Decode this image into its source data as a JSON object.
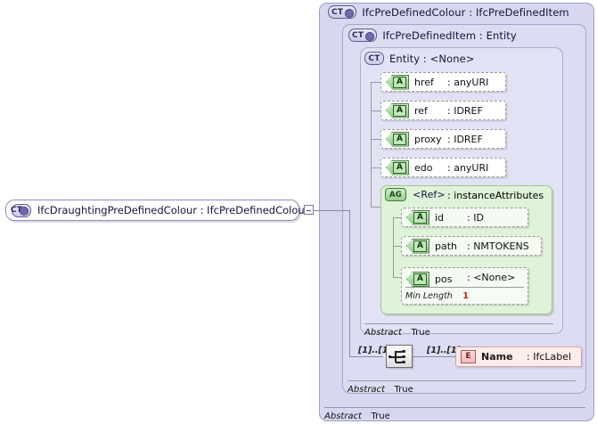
{
  "diagram": {
    "type": "xsd-schema-diagram",
    "root_node": {
      "icon": "ct-plus-icon",
      "label": "IfcDraughtingPreDefinedColour : IfcPreDefinedColour",
      "name": "IfcDraughtingPreDefinedColour",
      "basetype": "IfcPreDefinedColour"
    },
    "frames": [
      {
        "icon": "ct-plus-icon",
        "label": "IfcPreDefinedColour : IfcPreDefinedItem",
        "abstract_label": "Abstract",
        "abstract_value": "True"
      },
      {
        "icon": "ct-plus-icon",
        "label": "IfcPreDefinedItem : Entity",
        "abstract_label": "Abstract",
        "abstract_value": "True"
      },
      {
        "icon": "ct-icon",
        "label": "Entity    : <None>",
        "abstract_label": "Abstract",
        "abstract_value": "True"
      }
    ],
    "attributes": [
      {
        "icon": "a-icon",
        "badge": "A",
        "name": "href",
        "type": ": anyURI"
      },
      {
        "icon": "a-icon",
        "badge": "A",
        "name": "ref",
        "type": ": IDREF"
      },
      {
        "icon": "a-icon",
        "badge": "A",
        "name": "proxy",
        "type": ": IDREF"
      },
      {
        "icon": "a-icon",
        "badge": "A",
        "name": "edo",
        "type": ": anyURI"
      }
    ],
    "attribute_group": {
      "icon": "ag-icon",
      "badge": "AG",
      "name": "<Ref>",
      "type": ": instanceAttributes",
      "attributes": [
        {
          "icon": "a-icon",
          "badge": "A",
          "name": "id",
          "type": ": ID"
        },
        {
          "icon": "a-icon",
          "badge": "A",
          "name": "path",
          "type": ": NMTOKENS"
        },
        {
          "icon": "a-icon",
          "badge": "A",
          "name": "pos",
          "type": ": <None>",
          "facet_label": "Min Length",
          "facet_value": "1"
        }
      ]
    },
    "sequence": {
      "icon": "sequence-icon",
      "cardinality_left": "[1]..[1]",
      "cardinality_right": "[1]..[1]"
    },
    "element": {
      "icon": "e-icon",
      "badge": "E",
      "name": "Name",
      "type": ": IfcLabel"
    },
    "colors": {
      "frame_lvl1": "#d7d7f0",
      "frame_lvl2": "#dcdcf2",
      "frame_lvl3": "#e2e2f5",
      "attr_green": "#dff3d8",
      "element_pink": "#fdecec",
      "facet_red": "#cc2200"
    }
  }
}
